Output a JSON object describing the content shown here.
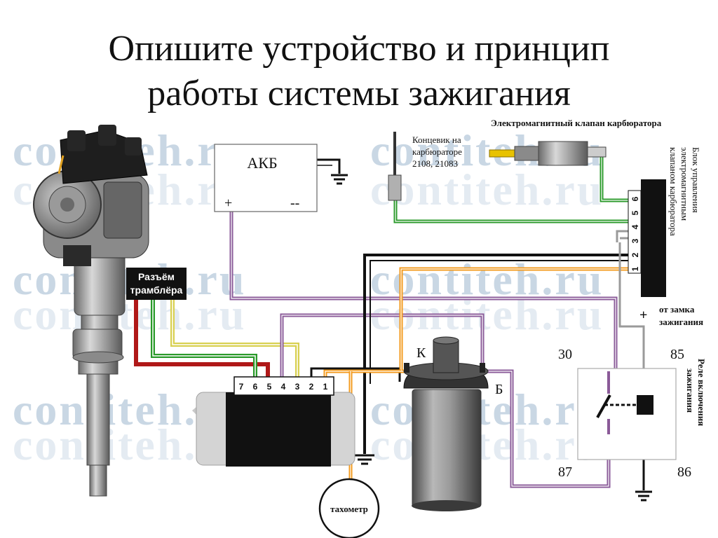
{
  "title": {
    "line1": "Опишите устройство и принцип",
    "line2": "работы системы зажигания"
  },
  "watermark": "contiteh.ru",
  "labels": {
    "battery": "АКБ",
    "battery_plus": "+",
    "battery_minus": "--",
    "limit_switch_1": "Концевик на",
    "limit_switch_2": "карбюраторе",
    "limit_switch_3": "2108, 21083",
    "solenoid_valve": "Электромагнитный клапан карбюратора",
    "control_unit_1": "Блок управления",
    "control_unit_2": "электромагнитным",
    "control_unit_3": "клапаном карбюратора",
    "distributor_connector_1": "Разъём",
    "distributor_connector_2": "трамблёра",
    "coil_k": "К",
    "coil_b": "Б",
    "ignition_lock_plus": "+",
    "ignition_lock_1": "от замка",
    "ignition_lock_2": "зажигания",
    "relay_1": "Реле включения",
    "relay_2": "зажигания",
    "relay_30": "30",
    "relay_85": "85",
    "relay_87": "87",
    "relay_86": "86",
    "tachometer": "тахометр"
  },
  "commutator_pins": [
    "7",
    "6",
    "5",
    "4",
    "3",
    "2",
    "1"
  ],
  "control_unit_pins": [
    "1",
    "2",
    "3",
    "4",
    "5",
    "6"
  ],
  "colors": {
    "red": "#b01818",
    "green": "#2a9a2a",
    "yellow": "#d8d050",
    "violet": "#8a5a98",
    "orange": "#f39a1c",
    "black": "#111111",
    "gray": "#9a9a9a"
  }
}
